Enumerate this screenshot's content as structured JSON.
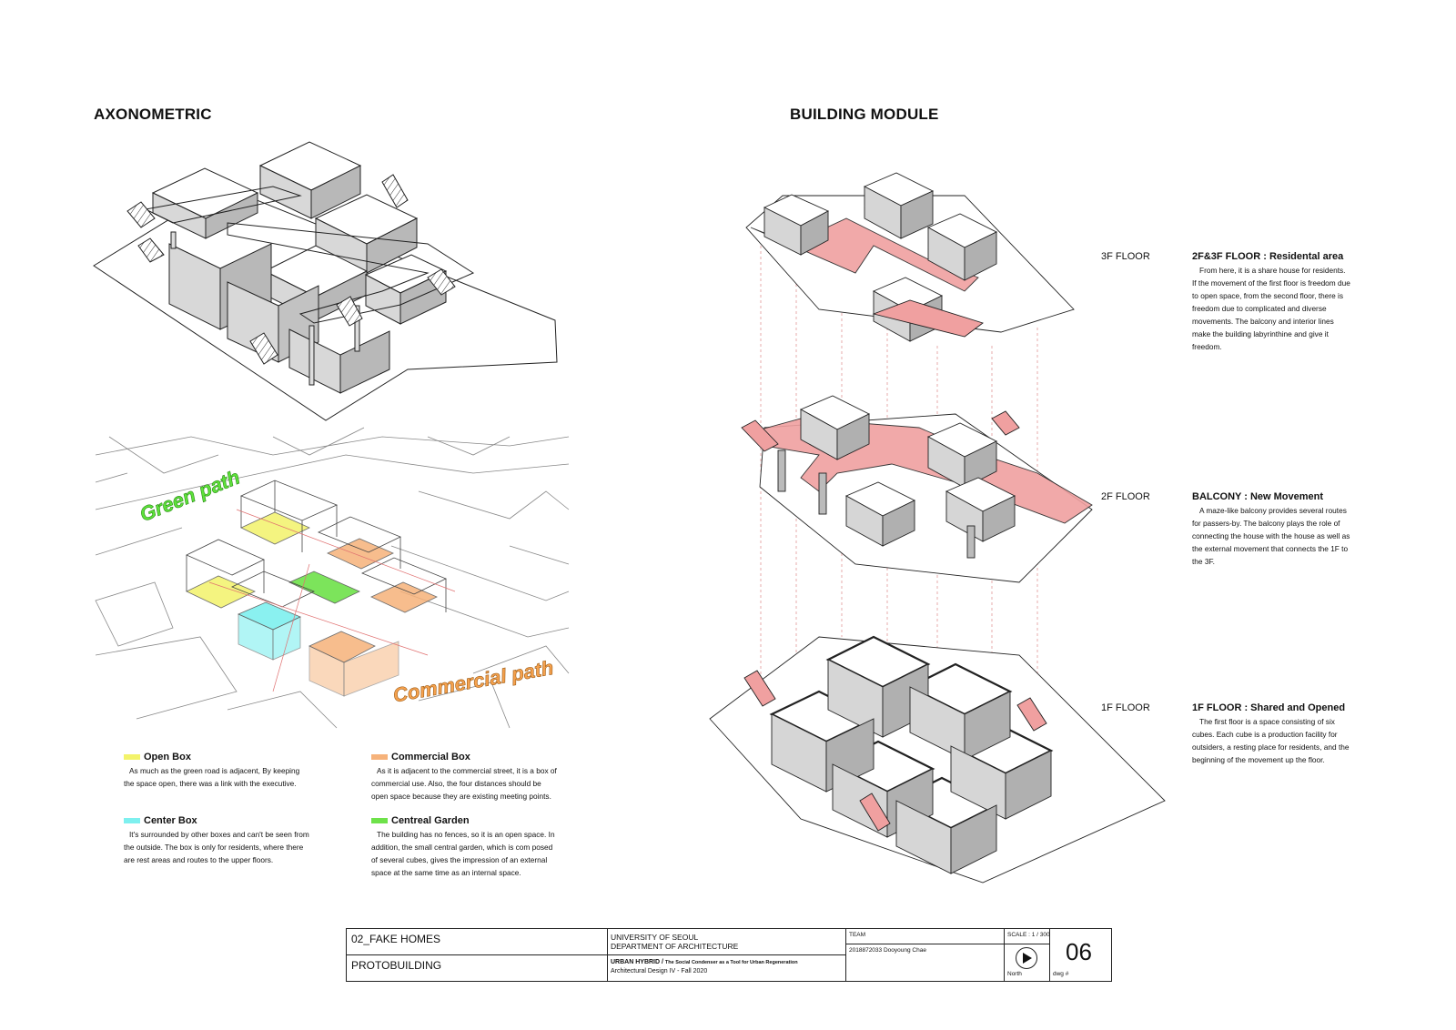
{
  "headings": {
    "left": "AXONOMETRIC",
    "right": "BUILDING MODULE"
  },
  "floors": [
    {
      "label": "3F FLOOR",
      "title": "2F&3F FLOOR : Residental area",
      "body": "From here, it is a share house for residents. If the movement of the first floor is freedom due to open space, from the second floor, there is freedom due to complicated and diverse movements. The balcony and interior lines make the building labyrinthine and give it freedom."
    },
    {
      "label": "2F FLOOR",
      "title": "BALCONY : New Movement",
      "body": "A maze-like balcony provides several routes for passers-by. The balcony plays the role of connecting the house with the house as well as the external movement that connects the 1F to the 3F."
    },
    {
      "label": "1F FLOOR",
      "title": "1F FLOOR : Shared and Opened",
      "body": "The first floor is a space consisting of six cubes. Each cube is a production facility for outsiders, a resting place for residents, and the beginning of the movement up the floor."
    }
  ],
  "paths": {
    "green": "Green path",
    "commercial": "Commercial path"
  },
  "legend": [
    {
      "title": "Open Box",
      "color": "#f3f36a",
      "body": "As much as the green road is adjacent, By keeping the space open, there was a link with the executive."
    },
    {
      "title": "Commercial Box",
      "color": "#f6b27a",
      "body": "As it is adjacent to the commercial street, it is a box of commercial use. Also, the four distances should be open space because they are existing meeting points."
    },
    {
      "title": "Center Box",
      "color": "#7ef0ef",
      "body": "It's surrounded by other boxes and can't be seen from the outside. The box is only for residents, where there are rest areas and routes to the upper floors."
    },
    {
      "title": "Centreal Garden",
      "color": "#6ee24a",
      "body": "The building has no fences, so it is an open space. In addition, the small central garden, which is com posed of several cubes, gives the impression of an external space at the same time as an internal space."
    }
  ],
  "titleblock": {
    "project": "02_FAKE HOMES",
    "subproject": "PROTOBUILDING",
    "university": "UNIVERSITY OF SEOUL",
    "department": "DEPARTMENT OF ARCHITECTURE",
    "course_title": "URBAN HYBRID /",
    "course_subtitle": "The Social Condenser as a Tool for Urban Regeneration",
    "course": "Architectural Design IV - Fall 2020",
    "team_label": "TEAM",
    "team": "2018872033 Dooyoung Chae",
    "scale": "SCALE : 1 / 300",
    "north": "North",
    "dwg_label": "dwg #",
    "dwg": "06"
  },
  "colors": {
    "balcony": "#f0a0a0",
    "wall": "#d6d6d6",
    "line": "#222222"
  }
}
